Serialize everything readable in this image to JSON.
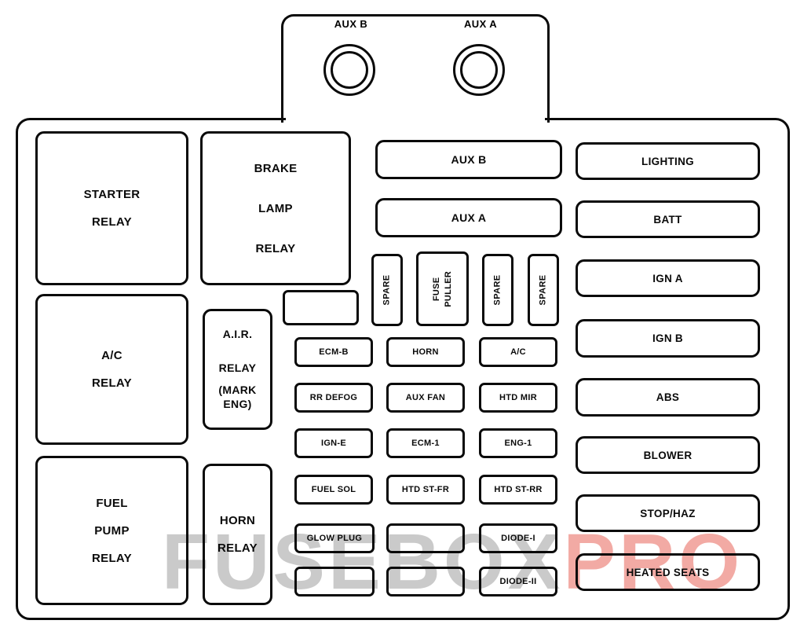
{
  "connectors": {
    "aux_b": "AUX B",
    "aux_a": "AUX A"
  },
  "relays": {
    "starter": {
      "l1": "STARTER",
      "l2": "RELAY"
    },
    "brake": {
      "l1": "BRAKE",
      "l2": "LAMP",
      "l3": "RELAY"
    },
    "ac": {
      "l1": "A/C",
      "l2": "RELAY"
    },
    "air": {
      "l1": "A.I.R.",
      "l2": "RELAY",
      "l3": "(MARK",
      "l4": "ENG)"
    },
    "fuel_pump": {
      "l1": "FUEL",
      "l2": "PUMP",
      "l3": "RELAY"
    },
    "horn": {
      "l1": "HORN",
      "l2": "RELAY"
    }
  },
  "maxi_fuses": {
    "aux_b": "AUX B",
    "aux_a": "AUX A"
  },
  "vertical_fuses": {
    "spare1": "SPARE",
    "fuse_puller_l1": "FUSE",
    "fuse_puller_l2": "PULLER",
    "spare2": "SPARE",
    "spare3": "SPARE"
  },
  "right_fuses": {
    "lighting": "LIGHTING",
    "batt": "BATT",
    "ign_a": "IGN A",
    "ign_b": "IGN B",
    "abs": "ABS",
    "blower": "BLOWER",
    "stop_haz": "STOP/HAZ",
    "heated_seats": "HEATED SEATS"
  },
  "mini_fuses": {
    "ecm_b": "ECM-B",
    "rr_defog": "RR DEFOG",
    "ign_e": "IGN-E",
    "fuel_sol": "FUEL SOL",
    "glow_plug": "GLOW PLUG",
    "horn": "HORN",
    "aux_fan": "AUX FAN",
    "ecm_1": "ECM-1",
    "htd_st_fr": "HTD ST-FR",
    "ac": "A/C",
    "htd_mir": "HTD MIR",
    "eng_1": "ENG-1",
    "htd_st_rr": "HTD ST-RR",
    "diode_1": "DIODE-I",
    "diode_2": "DIODE-II"
  },
  "watermark": {
    "gray": "FUSEBOX",
    "red": "PRO"
  },
  "colors": {
    "outline": "#0a0a0a",
    "background": "#ffffff",
    "watermark_gray": "#bdbdbd",
    "watermark_red": "#f0968e"
  }
}
